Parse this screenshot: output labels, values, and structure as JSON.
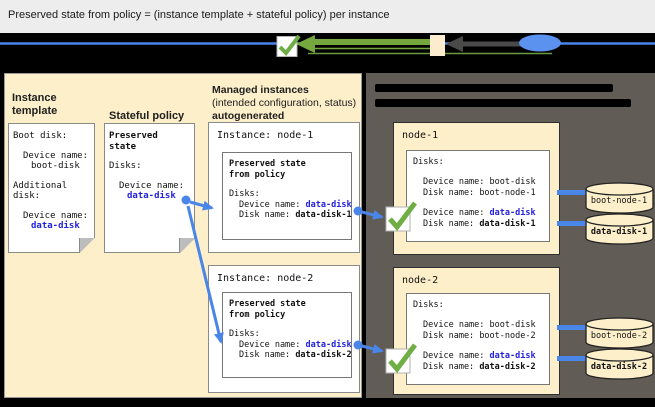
{
  "title": "Preserved state from policy = (instance template + stateful policy) per instance",
  "colors": {
    "accent_blue": "#4a86e8",
    "emphasis_blue_text": "#2121df",
    "check_green": "#6fae44",
    "arrow_green": "#76a73f",
    "arrow_gray": "#4a4a4a",
    "panel_cream": "#fcefca",
    "panel_taupe": "#615c55",
    "band_black": "#000000"
  },
  "legend": {
    "icons": [
      "checkmark-icon",
      "arrow-green-icon",
      "instance-chip",
      "arrow-gray-icon",
      "persistent-disk-ellipse"
    ]
  },
  "instance_template": {
    "heading": "Instance template",
    "doc": {
      "l1": "Boot disk:",
      "l2": "Device name:",
      "l3": "boot-disk",
      "l4": "Additional",
      "l5": "disk:",
      "l6": "Device name:",
      "l7": "data-disk"
    }
  },
  "stateful_policy": {
    "heading": "Stateful policy",
    "doc": {
      "h1": "Preserved",
      "h2": "state",
      "l1": "Disks:",
      "l2": "Device name:",
      "l3": "data-disk"
    }
  },
  "managed_instances": {
    "heading_line1": "Managed instances",
    "heading_line2": "(intended configuration, status)",
    "heading_line3": "autogenerated",
    "instances": [
      {
        "title": "Instance: node-1",
        "inner_h1": "Preserved state",
        "inner_h2": "from policy",
        "disks": "Disks:",
        "device_label": "Device name:",
        "device_value": "data-disk",
        "disk_label": "Disk name:",
        "disk_value": "data-disk-1"
      },
      {
        "title": "Instance: node-2",
        "inner_h1": "Preserved state",
        "inner_h2": "from policy",
        "disks": "Disks:",
        "device_label": "Device name:",
        "device_value": "data-disk",
        "disk_label": "Disk name:",
        "disk_value": "data-disk-2"
      }
    ]
  },
  "nodes": [
    {
      "title": "node-1",
      "disks": "Disks:",
      "boot_device_label": "Device name:",
      "boot_device_value": "boot-disk",
      "boot_disk_label": "Disk name:",
      "boot_disk_value": "boot-node-1",
      "data_device_label": "Device name:",
      "data_device_value": "data-disk",
      "data_disk_label": "Disk name:",
      "data_disk_value": "data-disk-1"
    },
    {
      "title": "node-2",
      "disks": "Disks:",
      "boot_device_label": "Device name:",
      "boot_device_value": "boot-disk",
      "boot_disk_label": "Disk name:",
      "boot_disk_value": "boot-node-2",
      "data_device_label": "Device name:",
      "data_device_value": "data-disk",
      "data_disk_label": "Disk name:",
      "data_disk_value": "data-disk-2"
    }
  ],
  "disks": [
    {
      "label": "boot-node-1",
      "stateful": false
    },
    {
      "label": "data-disk-1",
      "stateful": true
    },
    {
      "label": "boot-node-2",
      "stateful": false
    },
    {
      "label": "data-disk-2",
      "stateful": true
    }
  ]
}
